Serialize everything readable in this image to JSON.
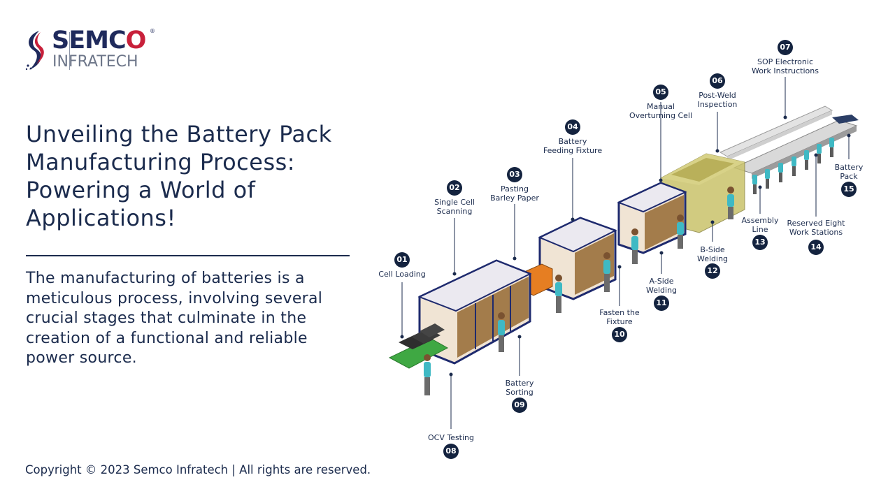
{
  "brand": {
    "name_main": "SEMC",
    "name_o": "O",
    "registered": "®",
    "name_sub": "INFRATECH"
  },
  "headline": "Unveiling the Battery Pack Manufacturing Process: Powering a World of Applications!",
  "body": "The manufacturing of batteries is a meticulous process, involving several crucial stages that culminate in the creation of a functional and reliable power source.",
  "copyright": "Copyright © 2023 Semco Infratech | All rights are reserved.",
  "colors": {
    "navy": "#14233f",
    "brand_red": "#c8203a",
    "machine_frame": "#1e2a6e",
    "glass": "#8a5a1e",
    "weld_cell": "#c9c26a",
    "conveyor_green": "#3fa843",
    "worker_shirt": "#3fb9c4"
  },
  "steps": [
    {
      "num": "01",
      "label": "Cell Loading"
    },
    {
      "num": "02",
      "label": "Single Cell\nScanning"
    },
    {
      "num": "03",
      "label": "Pasting\nBarley Paper"
    },
    {
      "num": "04",
      "label": "Battery\nFeeding Fixture"
    },
    {
      "num": "05",
      "label": "Manual\nOverturning Cell"
    },
    {
      "num": "06",
      "label": "Post-Weld\nInspection"
    },
    {
      "num": "07",
      "label": "SOP Electronic\nWork Instructions"
    },
    {
      "num": "08",
      "label": "OCV Testing"
    },
    {
      "num": "09",
      "label": "Battery\nSorting"
    },
    {
      "num": "10",
      "label": "Fasten the\nFixture"
    },
    {
      "num": "11",
      "label": "A-Side\nWelding"
    },
    {
      "num": "12",
      "label": "B-Side\nWelding"
    },
    {
      "num": "13",
      "label": "Assembly\nLine"
    },
    {
      "num": "14",
      "label": "Reserved Eight\nWork Stations"
    },
    {
      "num": "15",
      "label": "Battery\nPack"
    }
  ]
}
